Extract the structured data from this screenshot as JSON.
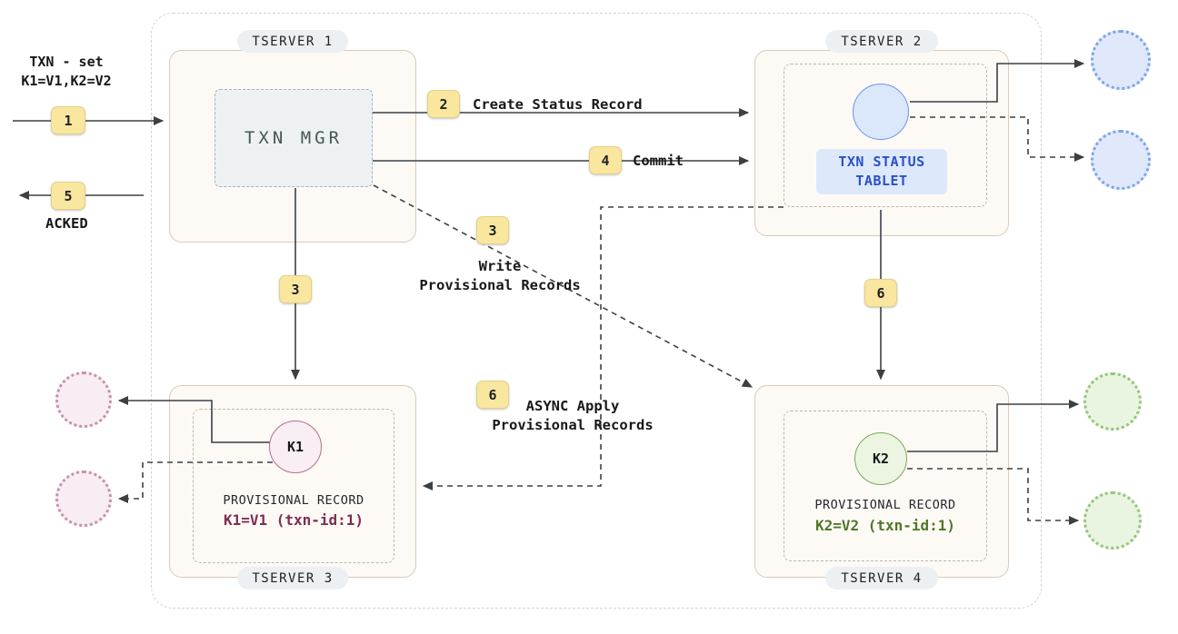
{
  "flow": {
    "request_line1": "TXN - set",
    "request_line2": "K1=V1,K2=V2",
    "acked_label": "ACKED",
    "steps": {
      "s1": "1",
      "s2": "2",
      "s3_write_tserver3": "3",
      "s3_write_label": "3",
      "s4": "4",
      "s5": "5",
      "s6_commit_apply": "6",
      "s6_async_label": "6"
    },
    "labels": {
      "create_status_record": "Create Status Record",
      "commit": "Commit",
      "write_provisional_1": "Write",
      "write_provisional_2": "Provisional Records",
      "async_apply_1": "ASYNC Apply",
      "async_apply_2": "Provisional Records"
    }
  },
  "tserver1": {
    "title": "TSERVER 1",
    "txn_mgr_label": "TXN MGR"
  },
  "tserver2": {
    "title": "TSERVER 2",
    "tablet_label_1": "TXN STATUS",
    "tablet_label_2": "TABLET"
  },
  "tserver3": {
    "title": "TSERVER 3",
    "tablet_key": "K1",
    "provisional_label": "PROVISIONAL RECORD",
    "provisional_value": "K1=V1 (txn-id:1)"
  },
  "tserver4": {
    "title": "TSERVER 4",
    "tablet_key": "K2",
    "provisional_label": "PROVISIONAL RECORD",
    "provisional_value": "K2=V2 (txn-id:1)"
  },
  "colors": {
    "badge-bg": "#f9e7a0",
    "tserver-bg": "#fdfaf6",
    "tserver-border": "#dcc9b6",
    "blue-accent": "#2b50c8",
    "blue-circle-bg": "#dbe7fa",
    "blue-circle-border": "#6d92e3",
    "maroon-accent": "#7e2d4f",
    "pink-circle-bg": "#f8eef4",
    "pink-circle-border": "#b06e8c",
    "green-accent": "#50782a",
    "green-circle-bg": "#ebf5e1",
    "green-circle-border": "#7aa95e",
    "arrow": "#3c4043"
  }
}
